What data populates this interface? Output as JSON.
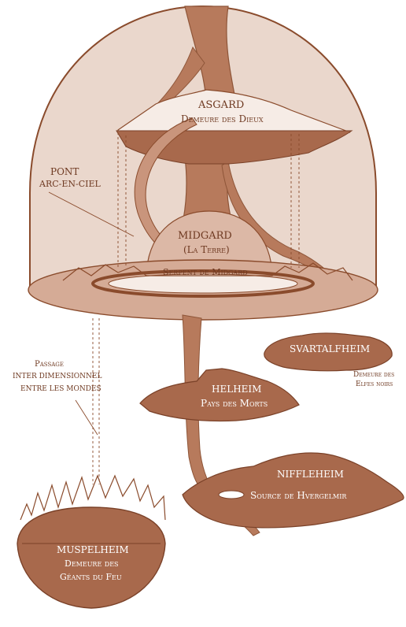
{
  "labels": {
    "asgard_name": "ASGARD",
    "asgard_desc": "Demeure des Dieux",
    "pont_line1": "PONT",
    "pont_line2": "ARC-EN-CIEL",
    "midgard_name": "MIDGARD",
    "midgard_desc": "(La Terre)",
    "serpent": "Serpent de Midgard",
    "svartalfheim_name": "SVARTALFHEIM",
    "svartalfheim_desc1": "Demeure des",
    "svartalfheim_desc2": "Elfes noirs",
    "helheim_name": "HELHEIM",
    "helheim_desc": "Pays des Morts",
    "passage_line1": "Passage",
    "passage_line2": "INTER DIMENSIONNEL",
    "passage_line3": "ENTRE LES MONDES",
    "niffleheim_name": "NIFFLEHEIM",
    "source": "Source de Hvergelmir",
    "muspelheim_name": "MUSPELHEIM",
    "muspelheim_desc1": "Demeure des",
    "muspelheim_desc2": "Géants du Feu"
  },
  "colors": {
    "dome_fill": "#ead7cc",
    "dome_stroke": "#8a4b2c",
    "trunk": "#b77a5c",
    "trunk_dark": "#8e5538",
    "realm_fill": "#a8694c",
    "realm_dark": "#7a4128",
    "text_dark": "#6f3a22",
    "white": "#ffffff"
  }
}
